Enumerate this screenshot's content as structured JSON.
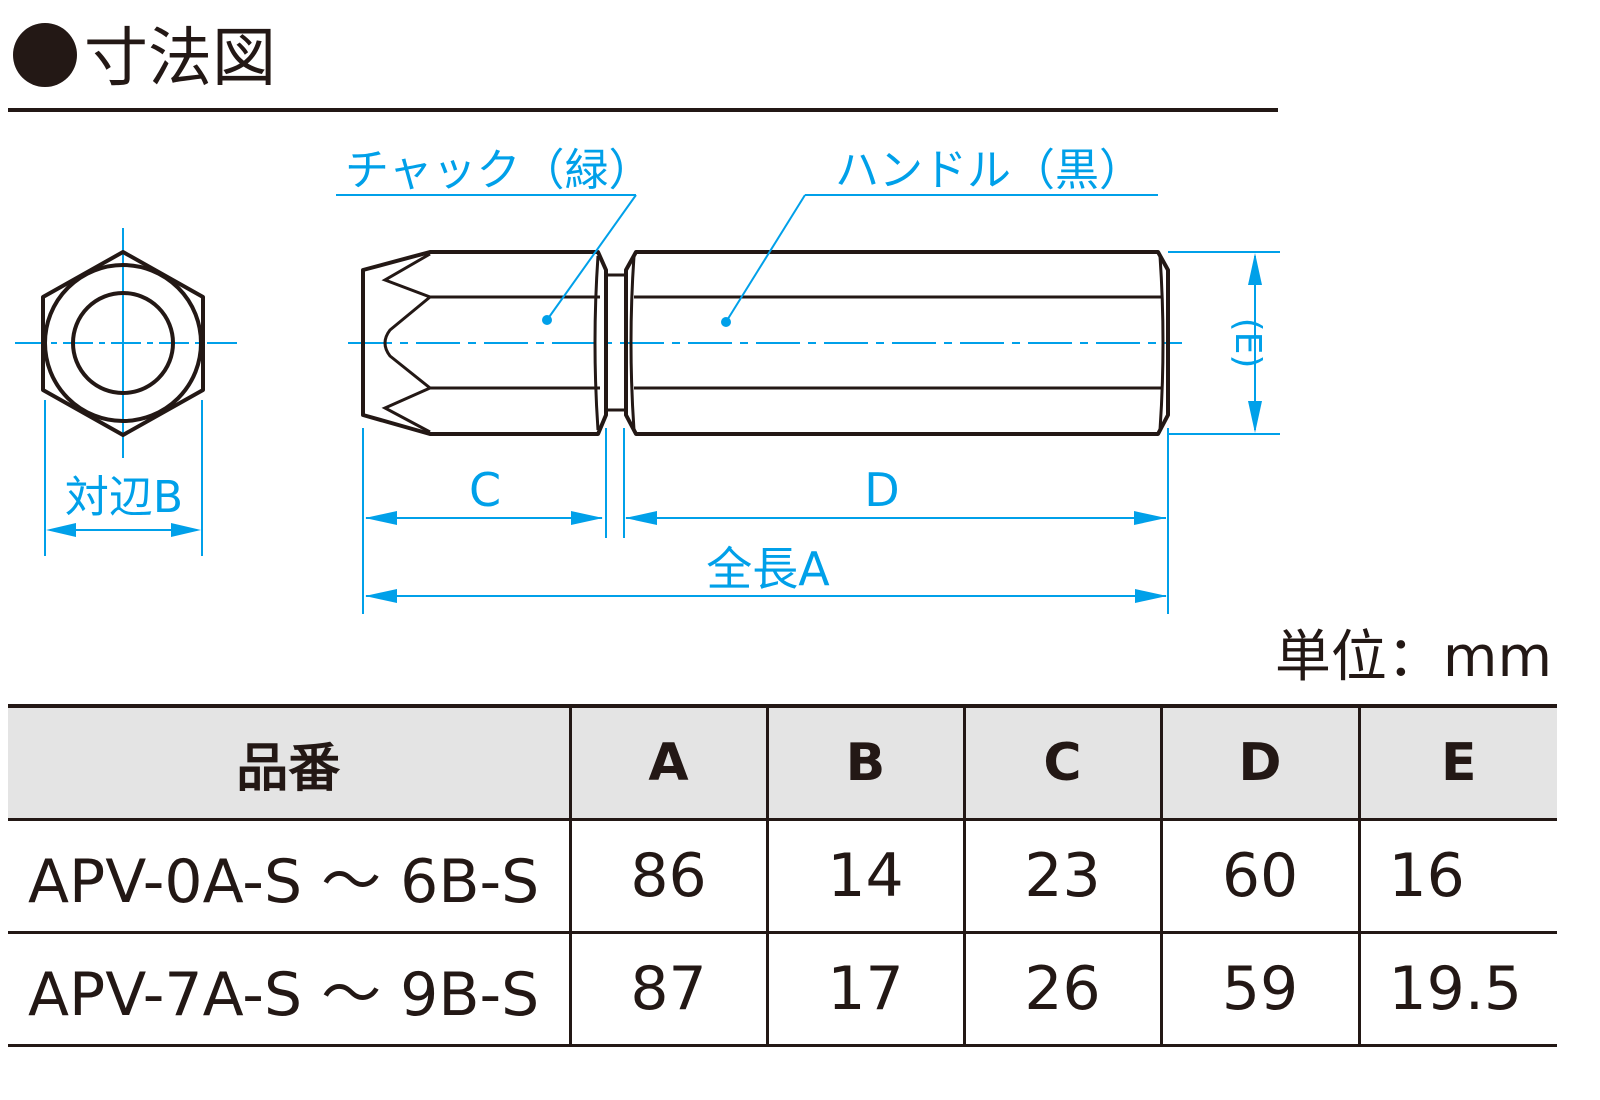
{
  "title": "寸法図",
  "diagram": {
    "chuck_label": "チャック（緑）",
    "handle_label": "ハンドル（黒）",
    "dim_e": "(E)",
    "dim_c": "C",
    "dim_d": "D",
    "dim_a": "全長A",
    "dim_b": "対辺B"
  },
  "unit": "単位：mm",
  "colors": {
    "accent": "#00a0e9",
    "line": "#231815",
    "header_bg": "#e4e4e4"
  },
  "table": {
    "headers": [
      "品番",
      "A",
      "B",
      "C",
      "D",
      "E"
    ],
    "rows": [
      [
        "APV-0A-S ～ 6B-S",
        "86",
        "14",
        "23",
        "60",
        "16"
      ],
      [
        "APV-7A-S ～ 9B-S",
        "87",
        "17",
        "26",
        "59",
        "19.5"
      ]
    ]
  }
}
